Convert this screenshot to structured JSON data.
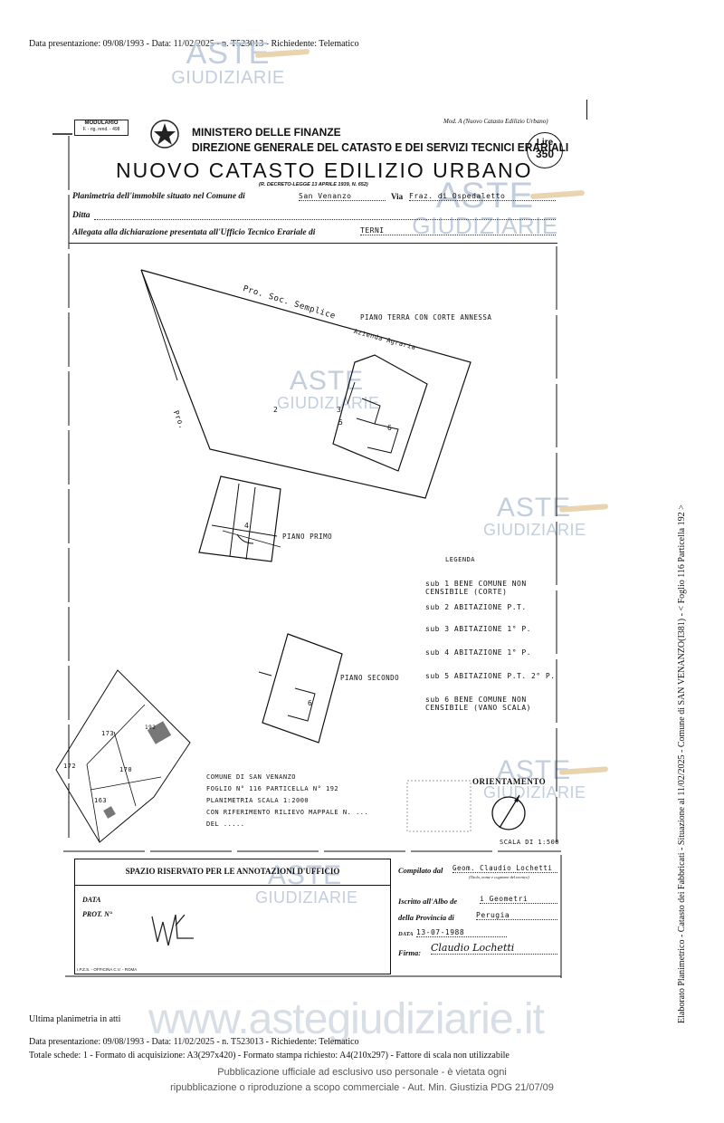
{
  "header_top": "Data presentazione: 09/08/1993 - Data: 11/02/2025 - n. T523013 - Richiedente: Telematico",
  "watermark": {
    "aste": "ASTE",
    "giudiziarie": "GIUDIZIARIE"
  },
  "form": {
    "modulario_title": "MODULARIO",
    "modulario_sub": "F. - rig. rend. - 498",
    "mod_a": "Mod. A (Nuovo Catasto Edilizio Urbano)",
    "ministero": "MINISTERO DELLE FINANZE",
    "direzione": "DIREZIONE GENERALE DEL CATASTO E DEI SERVIZI TECNICI ERARIALI",
    "title": "NUOVO CATASTO EDILIZIO URBANO",
    "decreto": "(R. DECRETO-LEGGE 13 APRILE 1939, N. 652)",
    "lire_label": "Lire",
    "lire_value": "350",
    "planimetria_label": "Planimetria dell'immobile situato nel Comune di",
    "comune_value": "San Venanzo",
    "via_label": "Via",
    "via_value": "Fraz. di Ospedaletto",
    "ditta_label": "Ditta",
    "allegata_label": "Allegata alla dichiarazione presentata all'Ufficio Tecnico Erariale di",
    "ufficio_value": "TERNI"
  },
  "plan": {
    "road_label": "Pro. Soc. Semplice",
    "azienda_label": "Azienda Agraria",
    "pro_label": "Pro.",
    "piano_terra": "PIANO TERRA CON CORTE ANNESSA",
    "piano_primo": "PIANO PRIMO",
    "piano_secondo": "PIANO SECONDO",
    "num_2": "2",
    "num_3": "3",
    "num_5": "5",
    "num_6": "6",
    "num_6b": "6",
    "num_4": "4",
    "parcels": [
      "173",
      "172",
      "170",
      "163",
      "192"
    ]
  },
  "legenda": {
    "title": "LEGENDA",
    "items": [
      {
        "sub": "sub 1",
        "desc": "BENE COMUNE NON CENSIBILE (CORTE)"
      },
      {
        "sub": "sub 2",
        "desc": "ABITAZIONE  P.T."
      },
      {
        "sub": "sub 3",
        "desc": "ABITAZIONE  1° P."
      },
      {
        "sub": "sub 4",
        "desc": "ABITAZIONE  1° P."
      },
      {
        "sub": "sub 5",
        "desc": "ABITAZIONE  P.T. 2° P."
      },
      {
        "sub": "sub 6",
        "desc": "BENE COMUNE NON CENSIBILE (VANO SCALA)"
      }
    ]
  },
  "comune_block": {
    "line1": "COMUNE DI SAN VENANZO",
    "line2": "FOGLIO N° 116 PARTICELLA N° 192",
    "line3": "PLANIMETRIA SCALA 1:2000",
    "line4": "CON RIFERIMENTO RILIEVO MAPPALE N. ...",
    "line5": "DEL ....."
  },
  "orientamento": "ORIENTAMENTO",
  "scala": "SCALA DI 1:500",
  "ufficio_box": {
    "title": "SPAZIO RISERVATO PER LE ANNOTAZIONI D'UFFICIO",
    "data_label": "DATA",
    "prot_label": "PROT. N°",
    "footer_small": "I.P.Z.S. - OFFICINA C.V. - ROMA"
  },
  "compilato": {
    "compilato_label": "Compilato dal",
    "compilato_value": "Geom. Claudio Lochetti",
    "compilato_note": "(Titolo, nome e cognome del tecnico)",
    "iscritto_label": "Iscritto all'Albo de",
    "iscritto_value": "i Geometri",
    "provincia_label": "della Provincia di",
    "provincia_value": "Perugia",
    "data_label": "DATA",
    "data_value": "13-07-1988",
    "firma_label": "Firma:",
    "firma_value": "Claudio Lochetti"
  },
  "footer": {
    "ultima": "Ultima planimetria in atti",
    "site": "www.astegiudiziarie.it",
    "line_data": "Data presentazione: 09/08/1993 - Data: 11/02/2025 - n. T523013 - Richiedente: Telematico",
    "line_totale": "Totale schede: 1 - Formato di acquisizione: A3(297x420) - Formato stampa richiesto: A4(210x297) - Fattore di scala non utilizzabile",
    "pub1": "Pubblicazione ufficiale ad esclusivo uso personale - è vietata ogni",
    "pub2": "ripubblicazione o riproduzione a scopo commerciale - Aut. Min. Giustizia PDG 21/07/09"
  },
  "sidebar": "Elaborato Planimetrico - Catasto dei Fabbricati - Situazione al 11/02/2025 - Comune di SAN VENANZO(I381) - < Foglio 116 Particella 192 >"
}
